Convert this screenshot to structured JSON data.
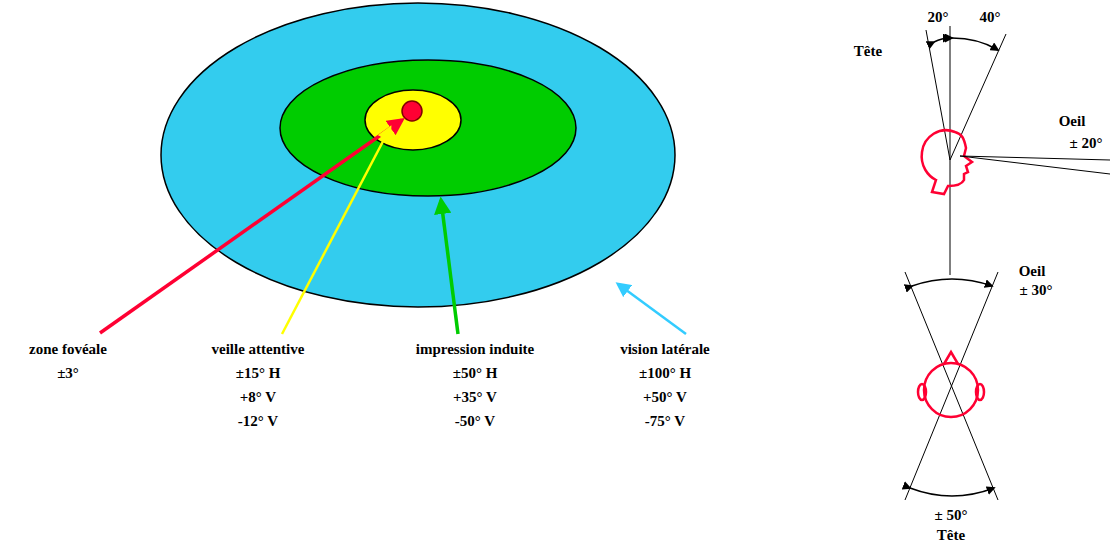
{
  "diagram": {
    "labels": [
      "zone fovéale",
      "±3°",
      "veille attentive",
      "±15° H",
      "+8° V",
      "-12° V",
      "impression induite",
      "±50° H",
      "+35° V",
      "-50° V",
      "vision latérale",
      "±100° H",
      "+50° V",
      "-75° V",
      "Tête",
      "20°",
      "40°",
      "Oeil",
      "± 20°",
      "Oeil",
      "± 30°",
      "± 50°",
      "Tête"
    ]
  }
}
